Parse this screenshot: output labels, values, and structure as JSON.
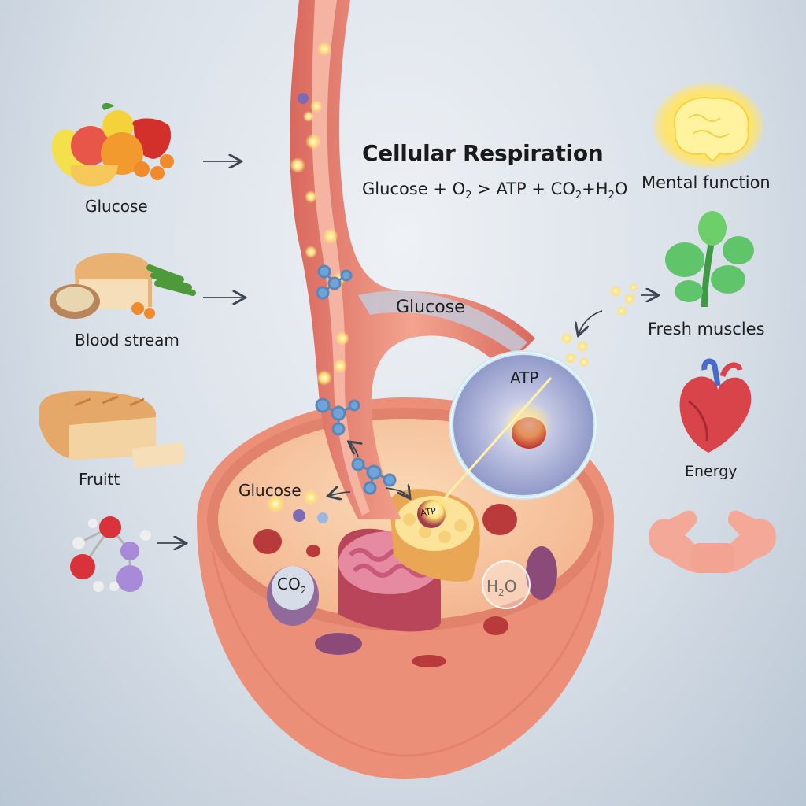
{
  "title": "Cellular Respiration",
  "equation": {
    "glucose": "Glucose",
    "plus1": "+",
    "o": "O",
    "o_sub": "2",
    "arrow": ">",
    "atp": "ATP",
    "plus2": "+",
    "co": "CO",
    "co_sub": "2",
    "plus3": "+",
    "h": "H",
    "h_sub": "2",
    "o2": "O"
  },
  "left_labels": {
    "glucose": "Glucose",
    "blood_stream": "Blood stream",
    "fruit": "Fruitt"
  },
  "vessel_branch_label": "Glucose",
  "atp_bubble_label": "ATP",
  "mito_label": "ATP",
  "cell": {
    "glucose": "Glucose",
    "co2_main": "CO",
    "co2_sub": "2",
    "h2o_h": "H",
    "h2o_sub": "2",
    "h2o_o": "O"
  },
  "right_labels": {
    "mental": "Mental function",
    "muscles": "Fresh muscles",
    "energy": "Energy"
  },
  "icons": [
    "fruit-icon",
    "bread-vegetables-icon",
    "bread-loaf-icon",
    "molecule-icon",
    "brain-icon",
    "plant-icon",
    "heart-icon",
    "muscle-arms-icon",
    "glucose-molecule-icon",
    "mitochondrion-icon",
    "atp-bubble-icon"
  ],
  "colors": {
    "vessel": "#e07a6c",
    "cell": "#f09a80",
    "cytoplasm": "#f6c9a0",
    "glow": "#ffe27a",
    "brain": "#ffe98a",
    "plant": "#5fc46a",
    "heart": "#d8444a"
  }
}
